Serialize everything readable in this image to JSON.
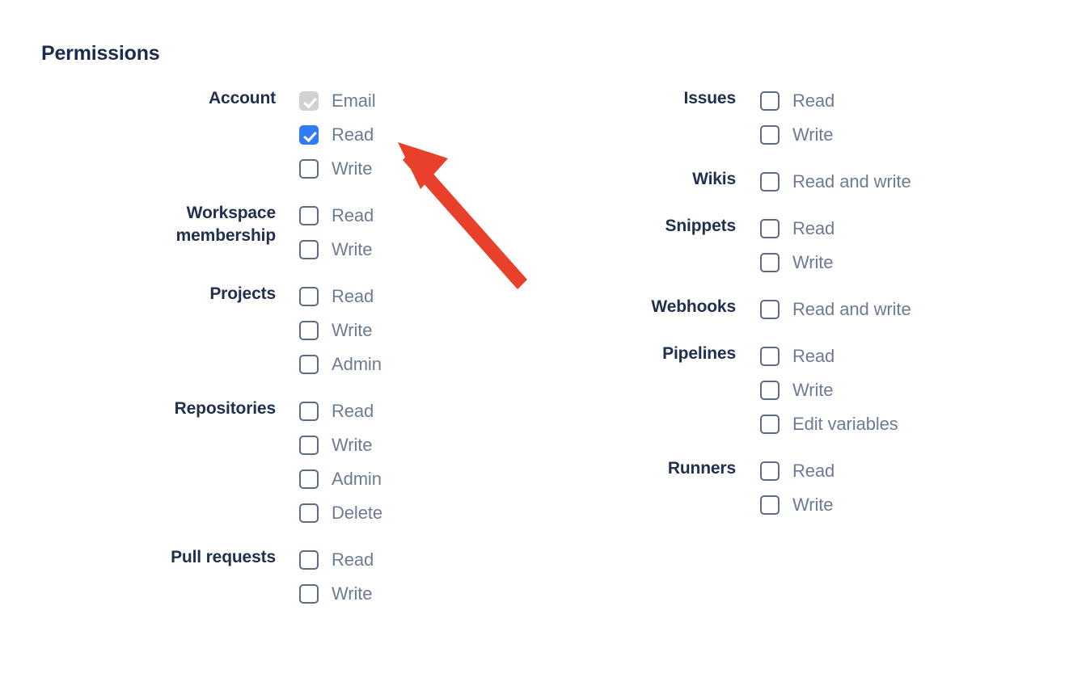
{
  "page": {
    "title": "Permissions",
    "background": "#FFFFFF",
    "colors": {
      "heading": "#1D2B4C",
      "group_label": "#21304E",
      "option_label": "#6D7B95",
      "checkbox_border": "#5D6B84",
      "checkbox_checked": "#2F7CF6",
      "checkbox_disabled": "#D2D2D4",
      "annotation_arrow": "#E8402A"
    }
  },
  "annotation": {
    "arrow_icon": "red-arrow-up-left",
    "color": "#E8402A",
    "points_to": "Account Read checkbox"
  },
  "left_column": {
    "groups": [
      {
        "label": "Account",
        "options": [
          {
            "label": "Email",
            "checked": true,
            "disabled": true
          },
          {
            "label": "Read",
            "checked": true,
            "disabled": false
          },
          {
            "label": "Write",
            "checked": false,
            "disabled": false
          }
        ]
      },
      {
        "label": "Workspace\nmembership",
        "options": [
          {
            "label": "Read",
            "checked": false,
            "disabled": false
          },
          {
            "label": "Write",
            "checked": false,
            "disabled": false
          }
        ]
      },
      {
        "label": "Projects",
        "options": [
          {
            "label": "Read",
            "checked": false,
            "disabled": false
          },
          {
            "label": "Write",
            "checked": false,
            "disabled": false
          },
          {
            "label": "Admin",
            "checked": false,
            "disabled": false
          }
        ]
      },
      {
        "label": "Repositories",
        "options": [
          {
            "label": "Read",
            "checked": false,
            "disabled": false
          },
          {
            "label": "Write",
            "checked": false,
            "disabled": false
          },
          {
            "label": "Admin",
            "checked": false,
            "disabled": false
          },
          {
            "label": "Delete",
            "checked": false,
            "disabled": false
          }
        ]
      },
      {
        "label": "Pull requests",
        "options": [
          {
            "label": "Read",
            "checked": false,
            "disabled": false
          },
          {
            "label": "Write",
            "checked": false,
            "disabled": false
          }
        ]
      }
    ]
  },
  "right_column": {
    "groups": [
      {
        "label": "Issues",
        "options": [
          {
            "label": "Read",
            "checked": false,
            "disabled": false
          },
          {
            "label": "Write",
            "checked": false,
            "disabled": false
          }
        ]
      },
      {
        "label": "Wikis",
        "options": [
          {
            "label": "Read and write",
            "checked": false,
            "disabled": false
          }
        ]
      },
      {
        "label": "Snippets",
        "options": [
          {
            "label": "Read",
            "checked": false,
            "disabled": false
          },
          {
            "label": "Write",
            "checked": false,
            "disabled": false
          }
        ]
      },
      {
        "label": "Webhooks",
        "options": [
          {
            "label": "Read and write",
            "checked": false,
            "disabled": false
          }
        ]
      },
      {
        "label": "Pipelines",
        "options": [
          {
            "label": "Read",
            "checked": false,
            "disabled": false
          },
          {
            "label": "Write",
            "checked": false,
            "disabled": false
          },
          {
            "label": "Edit variables",
            "checked": false,
            "disabled": false
          }
        ]
      },
      {
        "label": "Runners",
        "options": [
          {
            "label": "Read",
            "checked": false,
            "disabled": false
          },
          {
            "label": "Write",
            "checked": false,
            "disabled": false
          }
        ]
      }
    ]
  }
}
